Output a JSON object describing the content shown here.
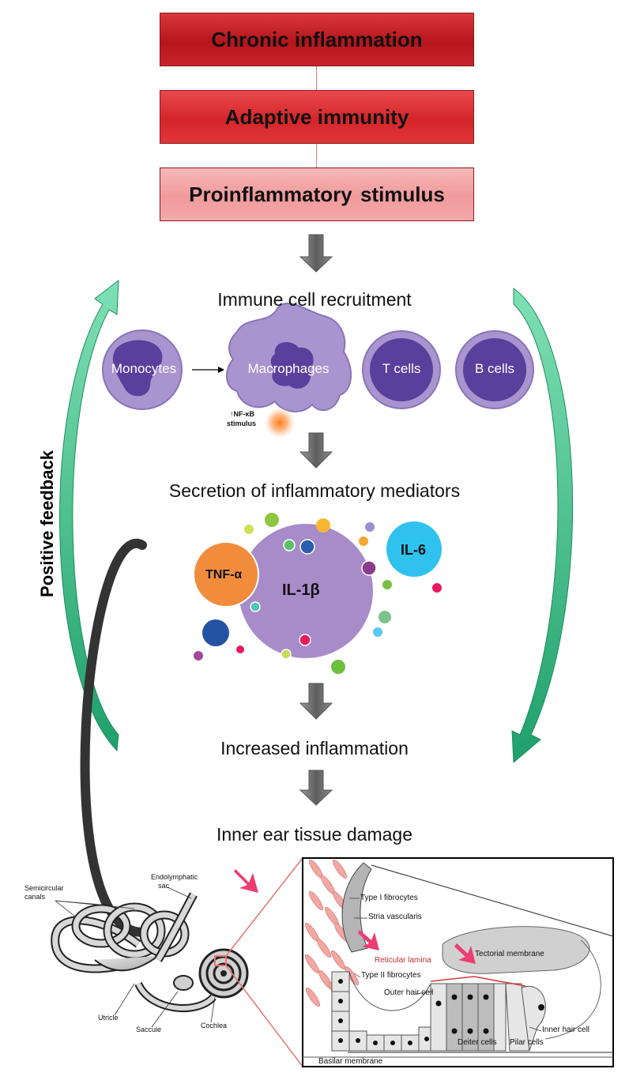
{
  "boxes": {
    "chronic": "Chronic inflammation",
    "adaptive": "Adaptive immunity",
    "stimulus": "Proinflammatory  stimulus"
  },
  "headings": {
    "recruitment": "Immune cell recruitment",
    "secretion": "Secretion of inflammatory mediators",
    "increased": "Increased inflammation",
    "damage": "Inner ear tissue damage"
  },
  "cells": {
    "monocytes": "Monocytes",
    "macrophages": "Macrophages",
    "tcells": "T cells",
    "bcells": "B cells",
    "nfkb_line1": "↑NF-κB",
    "nfkb_line2": "stimulus"
  },
  "mediators": {
    "il1b": "IL-1β",
    "tnfa": "TNF-α",
    "il6": "IL-6"
  },
  "feedback": "Positive feedback",
  "ear_labels": {
    "semicircular": "Semicircular",
    "canals": "canals",
    "endolymphatic": "Endolymphatic",
    "sac": "sac",
    "utricle": "Utricle",
    "saccule": "Saccule",
    "cochlea": "Cochlea"
  },
  "cochlea_labels": {
    "type1": "Type I fibrocytes",
    "stria": "Stria vascularis",
    "tectorial": "Tectorial membrane",
    "reticular": "Reticular lamina",
    "type2": "Type II fibrocytes",
    "outer_hair": "Outer hair cell",
    "inner_hair": "Inner hair cell",
    "deiter": "Deiter cells",
    "pilar": "Pilar cells",
    "basilar": "Basilar membrane"
  },
  "colors": {
    "box_dark_red": "#c1191f",
    "box_red": "#d92a2f",
    "box_pink": "#f2a3a4",
    "cell_purple": "#a994cf",
    "nucleus": "#5a3f9d",
    "il1b": "#a88bc9",
    "tnfa": "#f28c3d",
    "il6": "#2fc2ef",
    "feedback_green": "#3dbf8a",
    "arrow_gray": "#7b7b7b",
    "accent_pink": "#ec3d72"
  },
  "icons": [
    "down-arrow-icon",
    "right-arrow-icon",
    "curved-arrow-icon",
    "pink-arrow-icon"
  ]
}
